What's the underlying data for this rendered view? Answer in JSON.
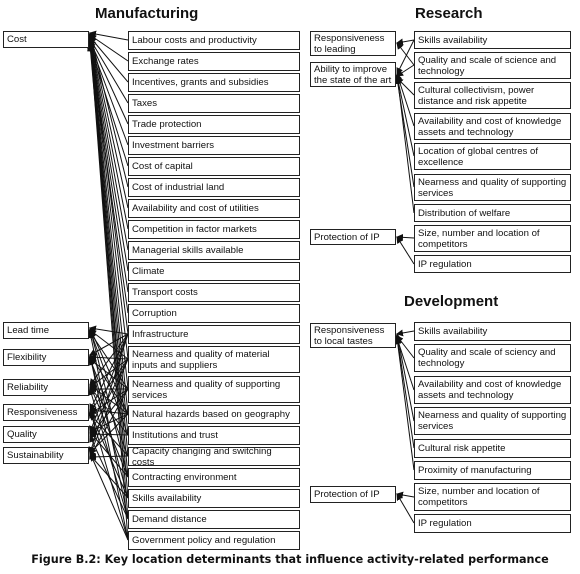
{
  "manufacturing": {
    "title": "Manufacturing",
    "outcomes": [
      "Cost",
      "Lead time",
      "Flexibility",
      "Reliability",
      "Responsiveness",
      "Quality",
      "Sustainability"
    ],
    "factors": [
      "Labour costs and productivity",
      "Exchange rates",
      "Incentives, grants and subsidies",
      "Taxes",
      "Trade protection",
      "Investment barriers",
      "Cost of capital",
      "Cost of industrial land",
      "Availability and cost of utilities",
      "Competition in factor markets",
      "Managerial skills available",
      "Climate",
      "Transport costs",
      "Corruption",
      "Infrastructure",
      "Nearness and quality of material inputs and suppliers",
      "Nearness and quality of supporting services",
      "Natural hazards based on geography",
      "Institutions and trust",
      "Capacity changing and switching costs",
      "Contracting environment",
      "Skills availability",
      "Demand distance",
      "Government policy and regulation"
    ]
  },
  "research": {
    "title": "Research",
    "outcomes": [
      "Responsiveness to leading customers",
      "Ability to improve the state of the art",
      "Protection of IP"
    ],
    "factors": [
      "Skills availability",
      "Quality and scale of science and technology",
      "Cultural collectivism, power distance and risk appetite",
      "Availability and cost of knowledge assets and technology",
      "Location of global centres of excellence",
      "Nearness and quality of supporting services",
      "Distribution of welfare",
      "Size, number and location of competitors",
      "IP regulation"
    ]
  },
  "development": {
    "title": "Development",
    "outcomes": [
      "Responsiveness to local tastes",
      "Protection of IP"
    ],
    "factors": [
      "Skills availability",
      "Quality and scale of sciency and technology",
      "Availability and cost of knowledge assets and technology",
      "Nearness and quality of supporting services",
      "Cultural risk appetite",
      "Proximity of manufacturing",
      "Size, number and location of competitors",
      "IP regulation"
    ]
  },
  "caption": "Figure B.2: Key location determinants that influence activity-related performance"
}
